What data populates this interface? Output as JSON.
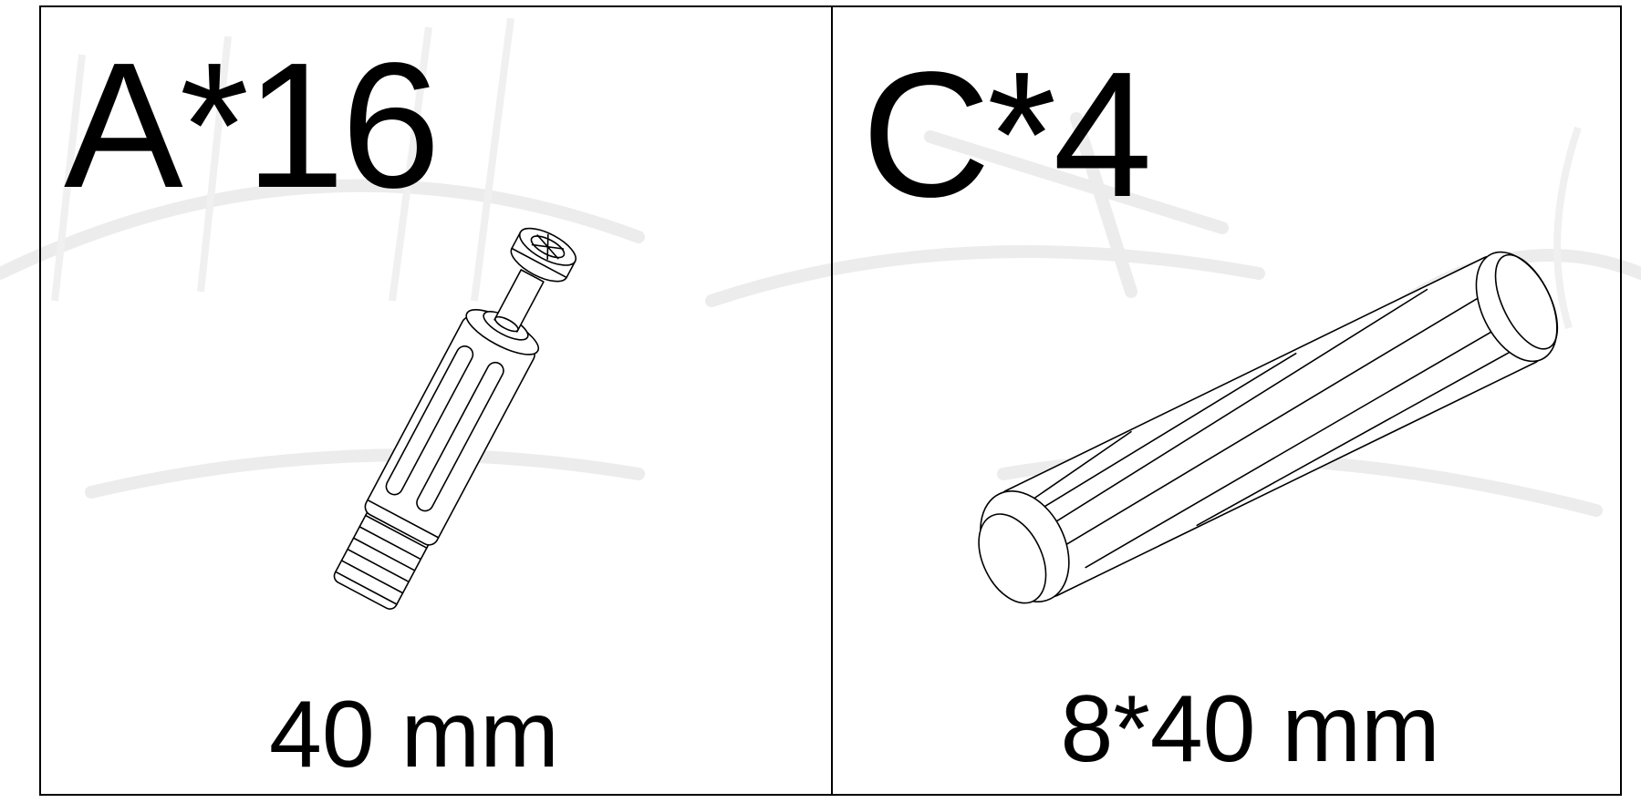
{
  "parts": [
    {
      "code": "A*16",
      "size": "40 mm",
      "drawing_icon": "cam-lock-bolt-icon"
    },
    {
      "code": "C*4",
      "size": "8*40 mm",
      "drawing_icon": "fluted-wooden-dowel-icon"
    }
  ],
  "colors": {
    "line": "#000000",
    "background": "#ffffff",
    "watermark": "#ececec"
  }
}
